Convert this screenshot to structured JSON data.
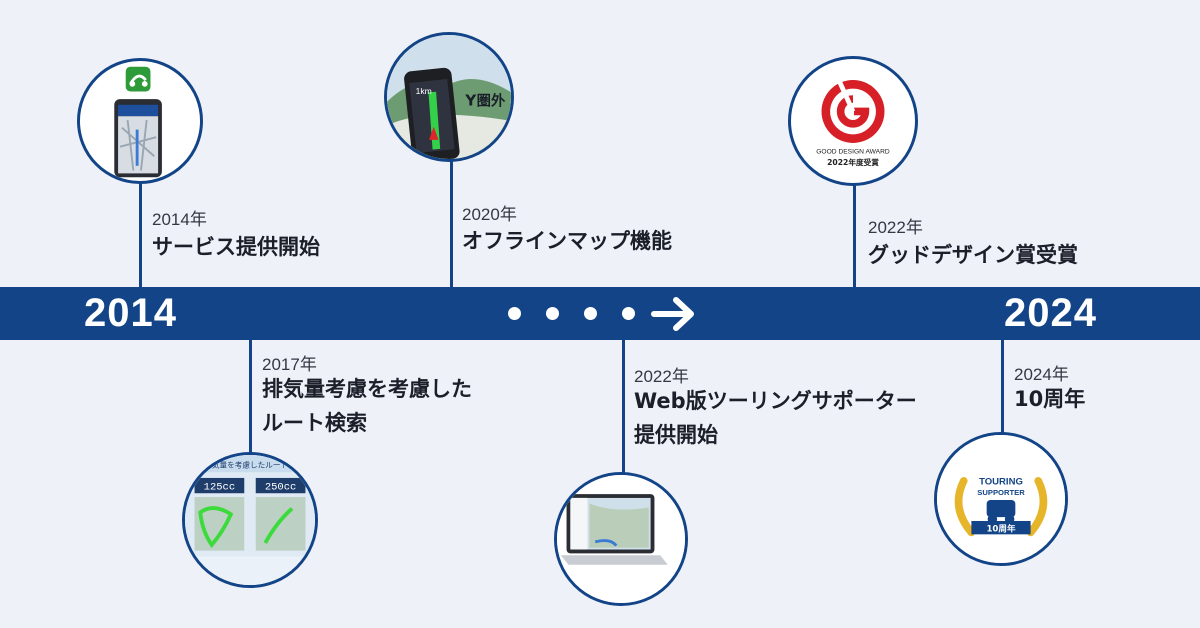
{
  "band": {
    "start_year": "2014",
    "end_year": "2024",
    "color": "#124487"
  },
  "events": [
    {
      "year": "2014年",
      "title_lines": [
        "サービス提供開始"
      ],
      "image": "motorcycle-app-icon-and-phone-navigation"
    },
    {
      "year": "2020年",
      "title_lines": [
        "オフラインマップ機能"
      ],
      "image": "phone-offline-navigation",
      "image_text": "圏外",
      "distance": "1km"
    },
    {
      "year": "2022年",
      "title_lines": [
        "グッドデザイン賞受賞"
      ],
      "image": "good-design-award-logo",
      "award_text": [
        "GOOD DESIGN AWARD",
        "2022年度受賞"
      ]
    },
    {
      "year": "2017年",
      "title_lines": [
        "排気量考慮を考慮した",
        "ルート検索"
      ],
      "image": "route-comparison-maps",
      "image_text": [
        "気量を考慮したルート",
        "125cc",
        "250cc"
      ]
    },
    {
      "year": "2022年",
      "title_lines": [
        "Web版ツーリングサポーター",
        "提供開始"
      ],
      "image": "laptop-web-map"
    },
    {
      "year": "2024年",
      "title_lines": [
        "10周年"
      ],
      "image": "touring-supporter-10th-anniversary-logo",
      "logo_text": [
        "TOURING",
        "SUPPORTER",
        "10周年"
      ]
    }
  ]
}
